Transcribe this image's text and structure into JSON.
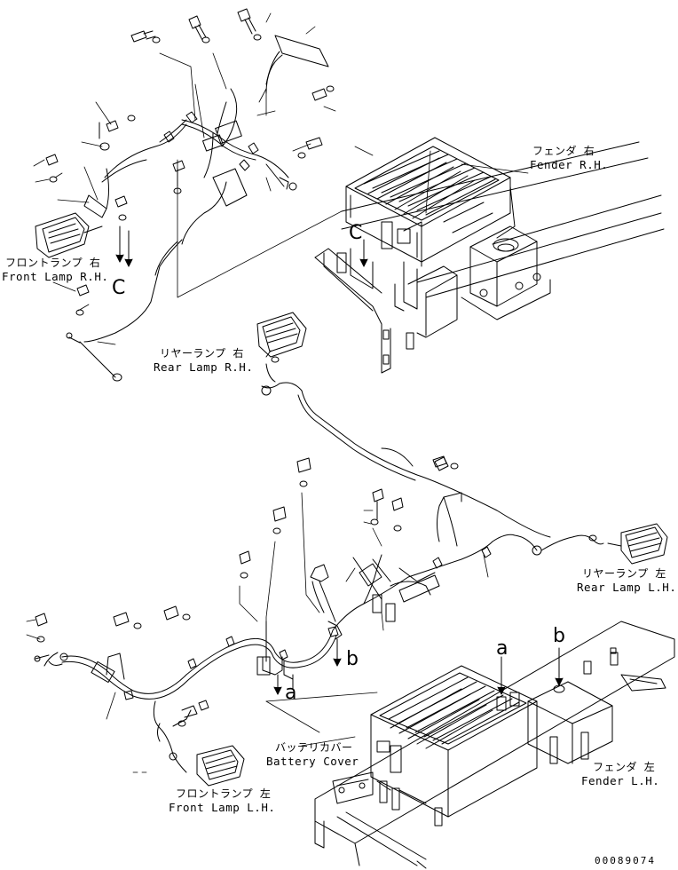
{
  "labels": {
    "fender_rh_jp": "フェンダ 右",
    "fender_rh_en": "Fender R.H.",
    "front_lamp_rh_jp": "フロントランプ 右",
    "front_lamp_rh_en": "Front Lamp R.H.",
    "rear_lamp_rh_jp": "リヤーランプ 右",
    "rear_lamp_rh_en": "Rear Lamp R.H.",
    "rear_lamp_lh_jp": "リヤーランプ 左",
    "rear_lamp_lh_en": "Rear Lamp L.H.",
    "battery_cover_jp": "バッテリカバー",
    "battery_cover_en": "Battery Cover",
    "front_lamp_lh_jp": "フロントランプ 左",
    "front_lamp_lh_en": "Front Lamp L.H.",
    "fender_lh_jp": "フェンダ 左",
    "fender_lh_en": "Fender L.H."
  },
  "refs": {
    "c_left": "C",
    "c_right": "C",
    "a_left": "a",
    "b_left": "b",
    "a_right": "a",
    "b_right": "b"
  },
  "drawing_number": "00089074"
}
